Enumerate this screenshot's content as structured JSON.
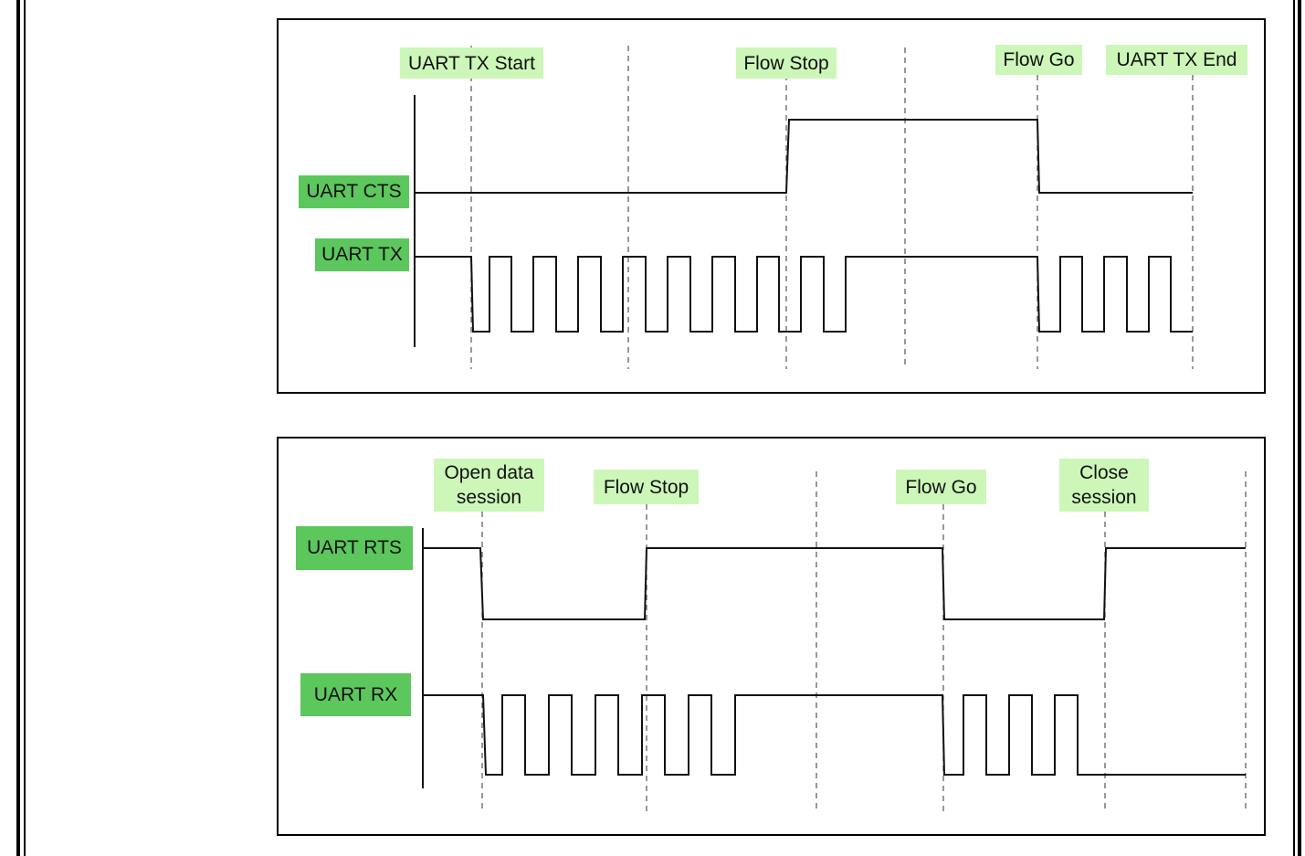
{
  "diagram_tx": {
    "events": {
      "tx_start": "UART TX Start",
      "flow_stop": "Flow Stop",
      "flow_go": "Flow Go",
      "tx_end": "UART TX End"
    },
    "signals": {
      "cts": "UART CTS",
      "tx": "UART TX"
    }
  },
  "diagram_rx": {
    "events": {
      "open_session": "Open data\nsession",
      "flow_stop": "Flow Stop",
      "flow_go": "Flow Go",
      "close_session": "Close\nsession"
    },
    "signals": {
      "rts": "UART RTS",
      "rx": "UART RX"
    }
  },
  "colors": {
    "signal_label_bg": "#5cc75c",
    "event_label_bg": "#ccf7b8"
  }
}
